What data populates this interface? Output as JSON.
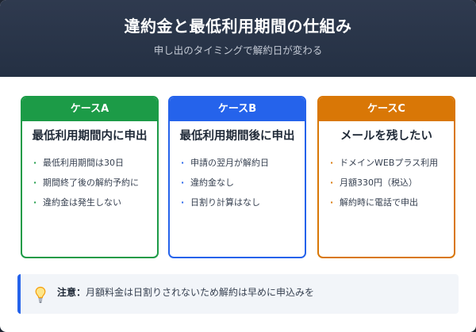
{
  "header": {
    "title": "違約金と最低利用期間の仕組み",
    "subtitle": "申し出のタイミングで解約日が変わる"
  },
  "cases": [
    {
      "label": "ケースA",
      "title": "最低利用期間内に申出",
      "items": [
        "最低利用期間は30日",
        "期間終了後の解約予約に",
        "違約金は発生しない"
      ],
      "color": "#1c9b47"
    },
    {
      "label": "ケースB",
      "title": "最低利用期間後に申出",
      "items": [
        "申請の翌月が解約日",
        "違約金なし",
        "日割り計算はなし"
      ],
      "color": "#2563eb"
    },
    {
      "label": "ケースC",
      "title": "メールを残したい",
      "items": [
        "ドメインWEBプラス利用",
        "月額330円（税込）",
        "解約時に電話で申出"
      ],
      "color": "#d97706"
    }
  ],
  "note": {
    "icon": "lightbulb-icon",
    "label": "注意：",
    "text": "月額料金は日割りされないため解約は早めに申込みを"
  }
}
